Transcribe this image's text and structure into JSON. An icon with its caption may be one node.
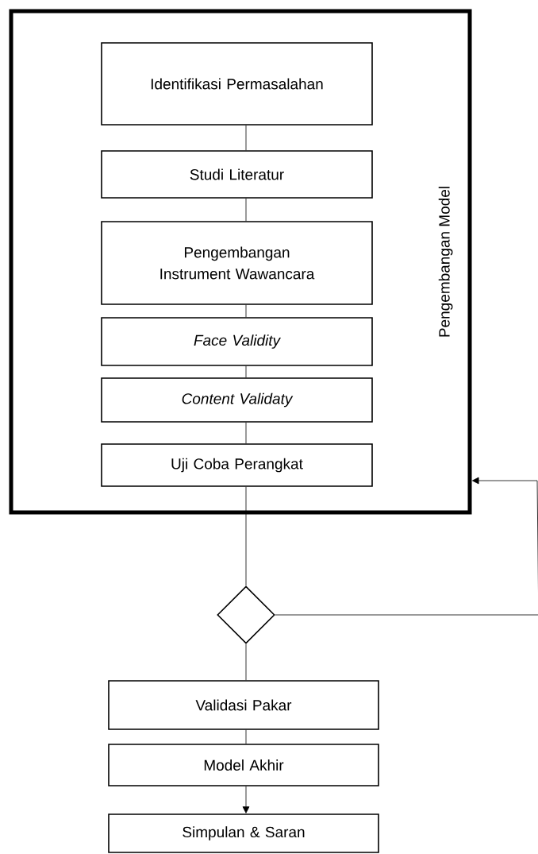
{
  "diagram": {
    "nodes": [
      {
        "text": [
          "Pengembangan Model"
        ]
      },
      {
        "text": [
          "Identifikasi Permasalahan"
        ],
        "in": 0
      },
      {
        "text": [
          "Studi Literatur"
        ],
        "in": 0
      },
      {
        "text": [
          "Pengembangan Instrument Wawancara"
        ],
        "in": 0
      },
      {
        "text": [
          "Face Validity"
        ],
        "in": 0
      },
      {
        "text": [
          "Content Validaty"
        ],
        "in": 0
      },
      {
        "text": [
          "Uji Coba Perangkat"
        ],
        "in": 0
      },
      {
        "text": [],
        "shape": "diamond"
      },
      {
        "text": [
          "Validasi Pakar"
        ]
      },
      {
        "text": [
          "Model Akhir"
        ]
      },
      {
        "text": [
          "Simpulan & Saran"
        ]
      }
    ],
    "edges": [
      {
        "from": 1,
        "to": 2,
        "arrow": "none"
      },
      {
        "from": 2,
        "to": 3,
        "arrow": "none"
      },
      {
        "from": 3,
        "to": 4,
        "arrow": "none"
      },
      {
        "from": 4,
        "to": 5,
        "arrow": "none"
      },
      {
        "from": 5,
        "to": 6,
        "arrow": "none"
      },
      {
        "from": 6,
        "to": 7,
        "arrow": "none"
      },
      {
        "from": 7,
        "to": 8,
        "arrow": "none"
      },
      {
        "from": 8,
        "to": 9,
        "arrow": "none"
      },
      {
        "from": 9,
        "to": 10,
        "arrow": "to"
      },
      {
        "from": 7,
        "to": 0,
        "arrow": "to"
      }
    ]
  }
}
